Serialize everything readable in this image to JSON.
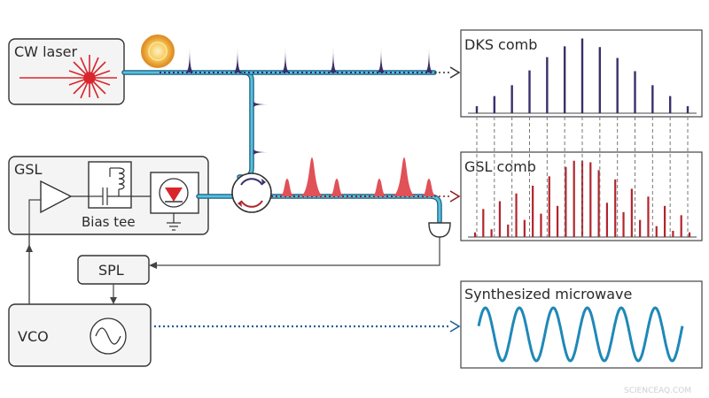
{
  "blocks": {
    "cw_laser": "CW laser",
    "gsl": "GSL",
    "bias_tee": "Bias tee",
    "spl": "SPL",
    "vco": "VCO"
  },
  "panels": {
    "dks": "DKS comb",
    "gsl": "GSL comb",
    "microwave": "Synthesized microwave"
  },
  "watermark": "SCIENCEAQ.COM",
  "colors": {
    "dks_line": "#3b2f6b",
    "gsl_line": "#b1252c",
    "fiber": "#55c0e2",
    "microwave": "#1f88b8",
    "ring": "#f2a93b"
  },
  "chart_data": [
    {
      "type": "bar",
      "title": "DKS comb",
      "values": [
        0.09,
        0.22,
        0.36,
        0.55,
        0.72,
        0.86,
        0.96,
        0.85,
        0.71,
        0.54,
        0.36,
        0.22,
        0.09
      ]
    },
    {
      "type": "bar",
      "title": "GSL comb",
      "values": [
        0.06,
        0.36,
        0.1,
        0.46,
        0.16,
        0.56,
        0.22,
        0.66,
        0.3,
        0.78,
        0.4,
        0.9,
        0.98,
        0.98,
        0.96,
        0.86,
        0.44,
        0.74,
        0.32,
        0.62,
        0.22,
        0.52,
        0.14,
        0.4,
        0.08,
        0.28,
        0.06
      ]
    }
  ]
}
